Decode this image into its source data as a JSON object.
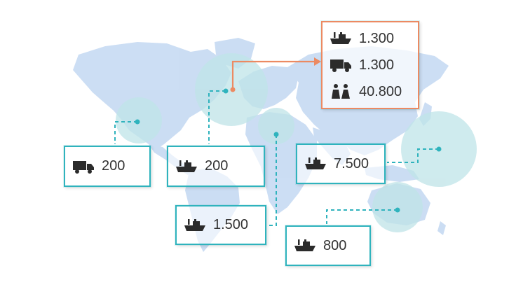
{
  "colors": {
    "land": "#c9dcf3",
    "bubble": "#bfe4e8",
    "connector": "#2fb3bd",
    "highlight": "#ec8a62",
    "icon": "#2b2b2b",
    "text": "#333333"
  },
  "regions": [
    {
      "id": "north-america-west",
      "rows": [
        {
          "icon": "truck-icon",
          "value": "200"
        }
      ]
    },
    {
      "id": "north-america-east",
      "rows": [
        {
          "icon": "ship-icon",
          "value": "200"
        }
      ]
    },
    {
      "id": "europe-north",
      "rows": [
        {
          "icon": "ship-icon",
          "value": "1.300"
        },
        {
          "icon": "truck-icon",
          "value": "1.300"
        },
        {
          "icon": "people-icon",
          "value": "40.800"
        }
      ]
    },
    {
      "id": "mediterranean",
      "rows": [
        {
          "icon": "ship-icon",
          "value": "1.500"
        }
      ]
    },
    {
      "id": "east-asia",
      "rows": [
        {
          "icon": "ship-icon",
          "value": "7.500"
        }
      ]
    },
    {
      "id": "australia",
      "rows": [
        {
          "icon": "ship-icon",
          "value": "800"
        }
      ]
    }
  ]
}
